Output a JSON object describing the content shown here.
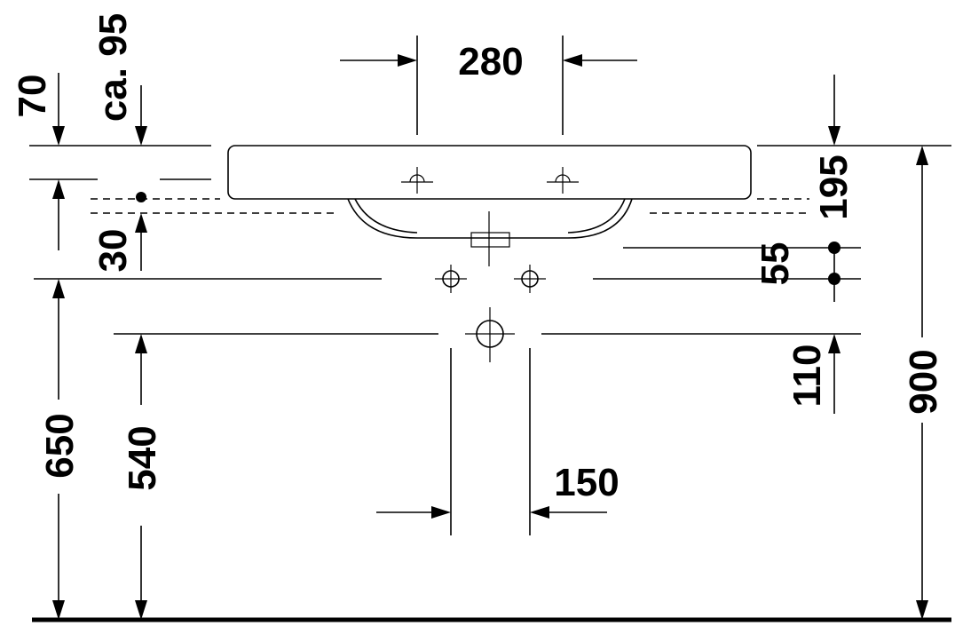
{
  "dimensions": {
    "d280": "280",
    "d70": "70",
    "d95": "ca. 95",
    "d30": "30",
    "d195": "195",
    "d55": "55",
    "d110": "110",
    "d900": "900",
    "d650": "650",
    "d540": "540",
    "d150": "150"
  }
}
